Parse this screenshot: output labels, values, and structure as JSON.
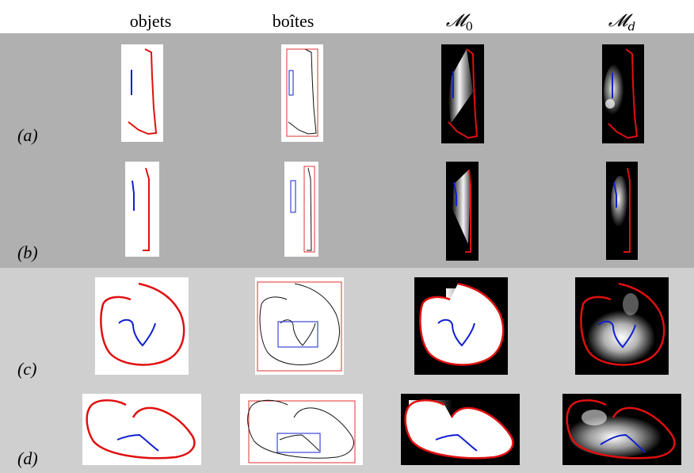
{
  "columns": [
    {
      "label": "objets"
    },
    {
      "label": "boîtes"
    },
    {
      "label": "𝓜",
      "sub": "0"
    },
    {
      "label": "𝓜",
      "sub": "d"
    }
  ],
  "rows": [
    {
      "label": "(a)"
    },
    {
      "label": "(b)"
    },
    {
      "label": "(c)"
    },
    {
      "label": "(d)"
    }
  ],
  "colors": {
    "object_red": "#e01010",
    "object_blue": "#1020d0",
    "box_red": "#e03030",
    "box_blue": "#1020d0",
    "contour_black": "#111111",
    "band_dark": "#b0b0b0",
    "band_light": "#cfcfcf"
  }
}
